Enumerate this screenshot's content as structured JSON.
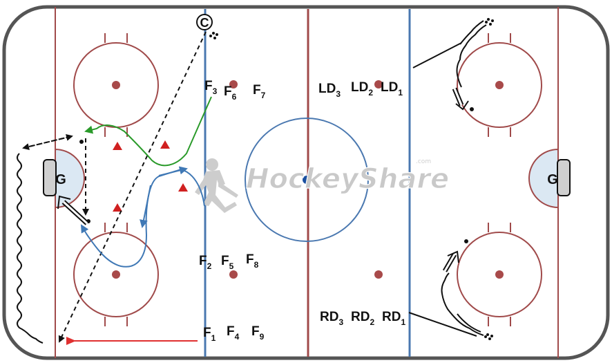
{
  "diagram": {
    "watermark": "HockeyShare",
    "watermark_suffix": ".com",
    "coach": "C",
    "goalies": [
      "G",
      "G"
    ],
    "forward_groups": [
      [
        {
          "base": "F",
          "sub": "3"
        },
        {
          "base": "F",
          "sub": "6"
        },
        {
          "base": "F",
          "sub": "7"
        }
      ],
      [
        {
          "base": "F",
          "sub": "2"
        },
        {
          "base": "F",
          "sub": "5"
        },
        {
          "base": "F",
          "sub": "8"
        }
      ],
      [
        {
          "base": "F",
          "sub": "1"
        },
        {
          "base": "F",
          "sub": "4"
        },
        {
          "base": "F",
          "sub": "9"
        }
      ]
    ],
    "left_defense": [
      {
        "base": "LD",
        "sub": "3"
      },
      {
        "base": "LD",
        "sub": "2"
      },
      {
        "base": "LD",
        "sub": "1"
      }
    ],
    "right_defense": [
      {
        "base": "RD",
        "sub": "3"
      },
      {
        "base": "RD",
        "sub": "2"
      },
      {
        "base": "RD",
        "sub": "1"
      }
    ],
    "colors": {
      "board": "#555555",
      "ice": "#ffffff",
      "red_line": "#a04a4a",
      "blue_line": "#4a78b0",
      "faceoff_dot": "#a84a4a",
      "center_dot": "#1a4fa0",
      "crease": "#dbe8f3",
      "goal": "#d0d0d0",
      "cone": "#d02020",
      "pass_red": "#e03030",
      "path_green": "#2a9a2a",
      "path_blue": "#3f78b5",
      "path_black": "#111111"
    }
  }
}
